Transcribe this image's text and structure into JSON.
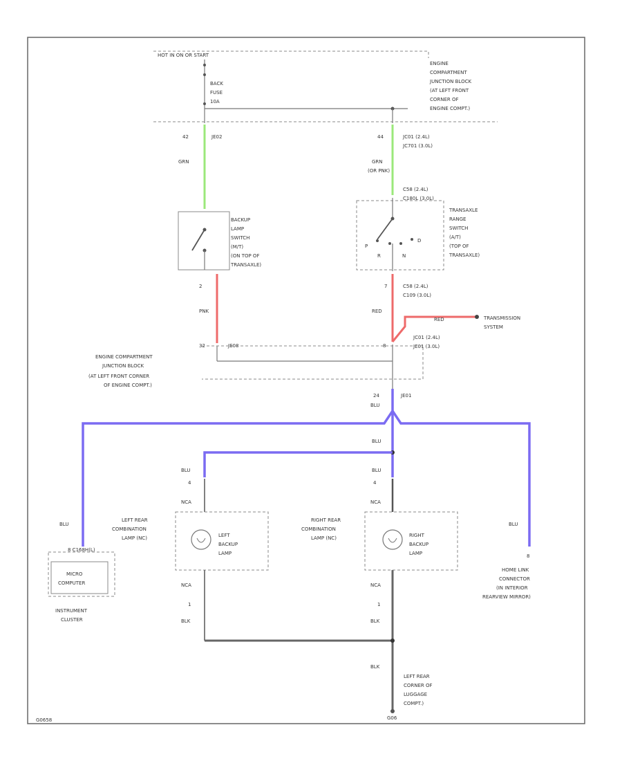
{
  "footer_code": "G0658",
  "top": {
    "hot_label": "HOT IN ON OR START",
    "fuse_label_1": "BACK",
    "fuse_label_2": "FUSE",
    "fuse_label_3": "10A",
    "ecb_1": "ENGINE",
    "ecb_2": "COMPARTMENT",
    "ecb_3": "JUNCTION BLOCK",
    "ecb_4": "(AT LEFT FRONT",
    "ecb_5": "CORNER OF",
    "ecb_6": "ENGINE COMPT.)"
  },
  "left_path": {
    "pin_top": "42",
    "conn_top": "JE02",
    "wire_color_top": "GRN",
    "sw_1": "BACKUP",
    "sw_2": "LAMP",
    "sw_3": "SWITCH",
    "sw_4": "(M/T)",
    "sw_5": "(ON TOP OF",
    "sw_6": "TRANSAXLE)",
    "pin_sw": "2",
    "wire_color_mid": "PNK",
    "pin_j": "32",
    "conn_j": "JE08"
  },
  "right_path": {
    "pin_top": "44",
    "conn_top_1": "JC01 (2.4L)",
    "conn_top_2": "JC701 (3.0L)",
    "wire_color_top_1": "GRN",
    "wire_color_top_2": "(OR PNK)",
    "conn_sw_top_1": "C58 (2.4L)",
    "conn_sw_top_2": "C180L (3.0L)",
    "tr_1": "TRANSAXLE",
    "tr_2": "RANGE",
    "tr_3": "SWITCH",
    "tr_4": "(A/T)",
    "tr_5": "(TOP OF",
    "tr_6": "TRANSAXLE)",
    "pos_p": "P",
    "pos_r": "R",
    "pos_n": "N",
    "pos_d": "D",
    "pin_sw_bottom": "7",
    "conn_sw_bot_1": "C58 (2.4L)",
    "conn_sw_bot_2": "C109 (3.0L)",
    "wire_color_mid": "RED",
    "conn_j_1": "JC01 (2.4L)",
    "conn_j_2": "JE01 (3.0L)",
    "pin_j": "8"
  },
  "transmission": {
    "wire_color": "RED",
    "label_1": "TRANSMISSION",
    "label_2": "SYSTEM"
  },
  "ecb_lower": {
    "line_1": "ENGINE COMPARTMENT",
    "line_2": "JUNCTION BLOCK",
    "line_3": "(AT LEFT FRONT CORNER",
    "line_4": "OF ENGINE COMPT.)"
  },
  "junction": {
    "pin": "24",
    "conn": "JE01",
    "wire_color": "BLU"
  },
  "lower": {
    "blu_1": "BLU",
    "blu_left_1": "BLU",
    "blu_right_1": "BLU",
    "pin_left_4": "4",
    "pin_right_4": "4",
    "nca_left": "NCA",
    "nca_right": "NCA",
    "nca_left_2": "NCA",
    "nca_right_2": "NCA",
    "pin_left_1": "1",
    "pin_right_1": "1",
    "blk_left": "BLK",
    "blk_right": "BLK",
    "blk_bottom": "BLK"
  },
  "left_lamp": {
    "ext_1": "LEFT REAR",
    "ext_2": "COMBINATION",
    "ext_3": "LAMP (NC)",
    "int_1": "LEFT",
    "int_2": "BACKUP",
    "int_3": "LAMP"
  },
  "right_lamp": {
    "ext_1": "RIGHT REAR",
    "ext_2": "COMBINATION",
    "ext_3": "LAMP (NC)",
    "int_1": "RIGHT",
    "int_2": "BACKUP",
    "int_3": "LAMP"
  },
  "cluster": {
    "wire_color": "BLU",
    "conn": "8 C168H(L)",
    "micro_1": "MICRO",
    "micro_2": "COMPUTER",
    "label_1": "INSTRUMENT",
    "label_2": "CLUSTER"
  },
  "homelink": {
    "wire_color": "BLU",
    "pin": "8",
    "line_1": "HOME LINK",
    "line_2": "CONNECTOR",
    "line_3": "(IN INTERIOR",
    "line_4": "REARVIEW MIRROR)"
  },
  "ground": {
    "line_1": "LEFT REAR",
    "line_2": "CORNER OF",
    "line_3": "LUGGAGE",
    "line_4": "COMPT.)",
    "id": "G06"
  }
}
